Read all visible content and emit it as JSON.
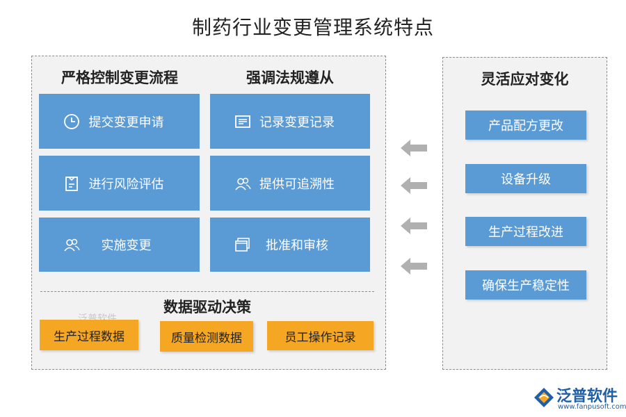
{
  "title": "制药行业变更管理系统特点",
  "left_panel": {
    "col1_heading": "严格控制变更流程",
    "col2_heading": "强调法规遵从",
    "col1_items": [
      {
        "label": "提交变更申请",
        "icon": "clock-icon"
      },
      {
        "label": "进行风险评估",
        "icon": "clipboard-icon"
      },
      {
        "label": "实施变更",
        "icon": "people-icon"
      }
    ],
    "col2_items": [
      {
        "label": "记录变更记录",
        "icon": "record-icon"
      },
      {
        "label": "提供可追溯性",
        "icon": "people-icon"
      },
      {
        "label": "批准和审核",
        "icon": "windows-icon"
      }
    ],
    "data_heading": "数据驱动决策",
    "data_items": [
      "生产过程数据",
      "质量检测数据",
      "员工操作记录"
    ]
  },
  "right_panel": {
    "heading": "灵活应对变化",
    "items": [
      "产品配方更改",
      "设备升级",
      "生产过程改进",
      "确保生产稳定性"
    ]
  },
  "watermark": "泛普软件",
  "logo": {
    "name": "泛普软件",
    "url": "www.fanpusoft.com"
  },
  "colors": {
    "blue": "#5b9bd5",
    "orange": "#f5a623",
    "panel": "#f2f2f2",
    "arrow": "#b0b0b0"
  }
}
